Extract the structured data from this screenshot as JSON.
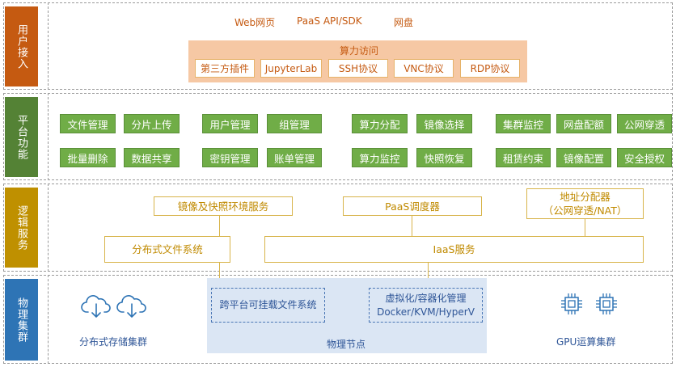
{
  "colors": {
    "user_access": "#c55a11",
    "platform": "#548235",
    "logic": "#bf9000",
    "physical": "#2e74b5"
  },
  "layers": {
    "user_access": "用户接入",
    "platform": "平台功能",
    "logic": "逻辑服务",
    "physical": "物理集群"
  },
  "user_access": {
    "top_items": [
      "Web网页",
      "PaaS API/SDK",
      "网盘"
    ],
    "compute_access_title": "算力访问",
    "compute_items": [
      "第三方插件",
      "JupyterLab",
      "SSH协议",
      "VNC协议",
      "RDP协议"
    ]
  },
  "platform": {
    "group1": [
      "文件管理",
      "分片上传",
      "批量删除",
      "数据共享"
    ],
    "group2": [
      "用户管理",
      "组管理",
      "密钥管理",
      "账单管理"
    ],
    "group3": [
      "算力分配",
      "镜像选择",
      "算力监控",
      "快照恢复"
    ],
    "group4": [
      "集群监控",
      "网盘配额",
      "公网穿透",
      "租赁约束",
      "镜像配置",
      "安全授权"
    ]
  },
  "logic": {
    "image_snapshot": "镜像及快照环境服务",
    "paas_scheduler": "PaaS调度器",
    "address_allocator": "地址分配器",
    "address_allocator_sub": "（公网穿透/NAT）",
    "distributed_fs": "分布式文件系统",
    "iaas": "IaaS服务"
  },
  "physical": {
    "storage_cluster": "分布式存储集群",
    "cross_platform_fs": "跨平台可挂载文件系统",
    "virtualization": "虚拟化/容器化管理",
    "virtualization_sub": "Docker/KVM/HyperV",
    "physical_node": "物理节点",
    "gpu_cluster": "GPU运算集群",
    "icons": [
      "cloud-download-icon",
      "cloud-download-icon",
      "chip-icon",
      "chip-icon"
    ]
  }
}
